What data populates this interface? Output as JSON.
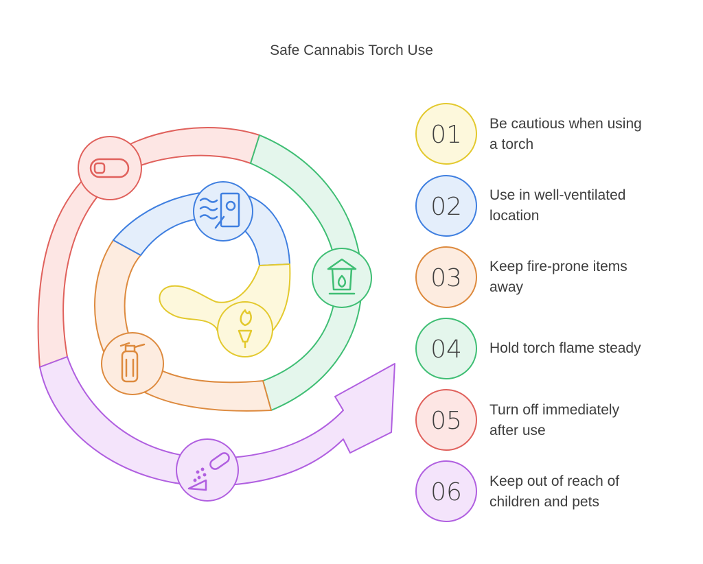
{
  "title": "Safe Cannabis Torch Use",
  "steps": [
    {
      "number": "01",
      "line1": "Be cautious when using",
      "line2": "a torch",
      "color": "#e3c92e",
      "fill": "#fdf8dc",
      "icon": "torch-icon"
    },
    {
      "number": "02",
      "line1": "Use in well-ventilated",
      "line2": "location",
      "color": "#3f7fe0",
      "fill": "#e4eefb",
      "icon": "ventilation-icon"
    },
    {
      "number": "03",
      "line1": "Keep fire-prone items",
      "line2": "away",
      "color": "#dd8a3e",
      "fill": "#fdece0",
      "icon": "fire-extinguisher-icon"
    },
    {
      "number": "04",
      "line1": "Hold torch flame steady",
      "line2": "",
      "color": "#3fbe74",
      "fill": "#e4f6ec",
      "icon": "lantern-icon"
    },
    {
      "number": "05",
      "line1": "Turn off immediately",
      "line2": "after use",
      "color": "#e0615c",
      "fill": "#fde6e4",
      "icon": "toggle-switch-icon"
    },
    {
      "number": "06",
      "line1": "Keep out of reach of",
      "line2": "children and pets",
      "color": "#b05fe0",
      "fill": "#f4e4fb",
      "icon": "salt-shaker-icon"
    }
  ]
}
